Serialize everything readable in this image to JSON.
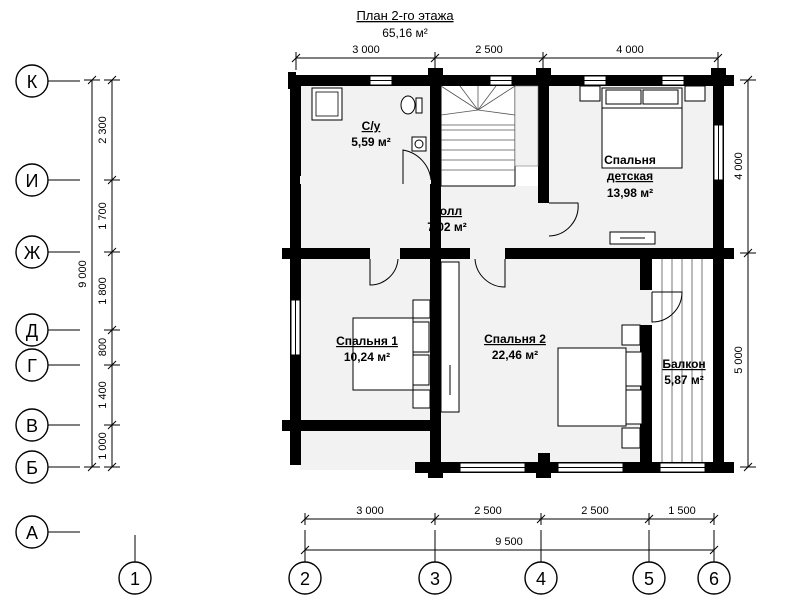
{
  "title": "План 2-го этажа",
  "total_area": "65,16 м²",
  "axes_rows": [
    "К",
    "И",
    "Ж",
    "Д",
    "Г",
    "В",
    "Б",
    "А"
  ],
  "axes_cols": [
    "1",
    "2",
    "3",
    "4",
    "5",
    "6"
  ],
  "dims_top": [
    "3 000",
    "2 500",
    "4 000"
  ],
  "dims_right": [
    "4 000",
    "5 000"
  ],
  "dims_left_total": "9 000",
  "dims_left": [
    "2 300",
    "1 700",
    "1 800",
    "800",
    "1 400",
    "1 000"
  ],
  "dims_bottom": [
    "3 000",
    "2 500",
    "2 500",
    "1 500"
  ],
  "dims_bottom_total": "9 500",
  "rooms": [
    {
      "name": "С/у",
      "area": "5,59 м²"
    },
    {
      "name": "Спальня детская",
      "area": "13,98 м²"
    },
    {
      "name": "Холл",
      "area": "7,02 м²"
    },
    {
      "name": "Спальня 1",
      "area": "10,24 м²"
    },
    {
      "name": "Спальня 2",
      "area": "22,46 м²"
    },
    {
      "name": "Балкон",
      "area": "5,87 м²"
    }
  ]
}
